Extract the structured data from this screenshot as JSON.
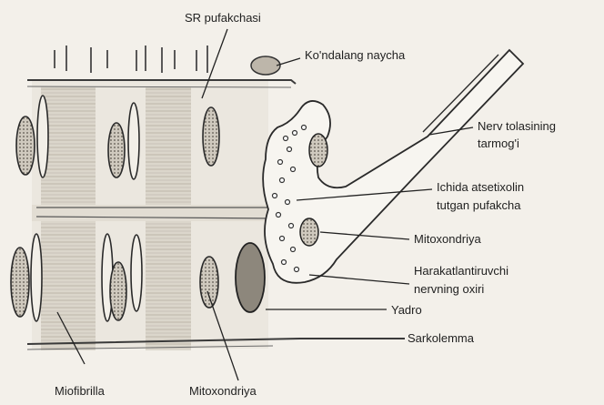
{
  "labels": {
    "sr_pufakchasi": "SR pufakchasi",
    "kondalang_naycha": "Ko'ndalang naycha",
    "nerv_tolasining_1": "Nerv tolasining",
    "nerv_tolasining_2": "tarmog'i",
    "ichida_atsetixolin_1": "Ichida atsetixolin",
    "ichida_atsetixolin_2": "tutgan pufakcha",
    "mitoxondriya_right": "Mitoxondriya",
    "harakatlantiruvchi_1": "Harakatlantiruvchi",
    "harakatlantiruvchi_2": "nervning oxiri",
    "yadro": "Yadro",
    "sarkolemma": "Sarkolemma",
    "miofibrilla": "Miofibrilla",
    "mitoxondriya_bottom": "Mitoxondriya"
  }
}
